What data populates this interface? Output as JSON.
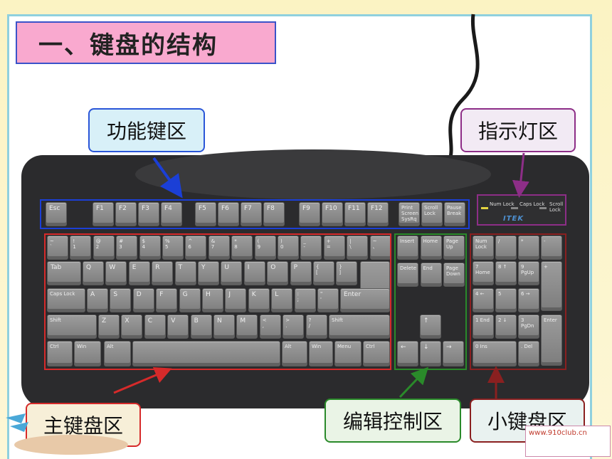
{
  "title": "一、键盘的结构",
  "labels": {
    "function": "功能键区",
    "indicator": "指示灯区",
    "main": "主键盘区",
    "edit": "编辑控制区",
    "numpad": "小键盘区"
  },
  "indicator_lights": [
    "Num Lock",
    "Caps Lock",
    "Scroll Lock"
  ],
  "brand": "ITEK",
  "watermark": "www.910club.cn",
  "colors": {
    "function_zone": "#1b3fd6",
    "indicator_zone": "#8d2e87",
    "main_zone": "#d62a2a",
    "edit_zone": "#2a8a2a",
    "numpad_zone": "#8a2020",
    "title_bg": "#f9a9cf"
  },
  "keys": {
    "function_row": [
      "Esc",
      "F1",
      "F2",
      "F3",
      "F4",
      "F5",
      "F6",
      "F7",
      "F8",
      "F9",
      "F10",
      "F11",
      "F12",
      "Print Screen SysRq",
      "Scroll Lock",
      "Pause Break"
    ],
    "number_row": [
      [
        "~",
        "`"
      ],
      [
        "!",
        "1"
      ],
      [
        "@",
        "2"
      ],
      [
        "#",
        "3"
      ],
      [
        "$",
        "4"
      ],
      [
        "%",
        "5"
      ],
      [
        "^",
        "6"
      ],
      [
        "&",
        "7"
      ],
      [
        "*",
        "8"
      ],
      [
        "(",
        "9"
      ],
      [
        ")",
        "0"
      ],
      [
        "_",
        "-"
      ],
      [
        "+",
        "="
      ],
      [
        "|",
        "\\"
      ],
      [
        "~",
        "、"
      ]
    ],
    "tab_row": [
      "Tab",
      "Q",
      "W",
      "E",
      "R",
      "T",
      "Y",
      "U",
      "I",
      "O",
      "P",
      [
        "{",
        "["
      ],
      [
        "}",
        "]"
      ]
    ],
    "caps_row": [
      "Caps Lock",
      "A",
      "S",
      "D",
      "F",
      "G",
      "H",
      "J",
      "K",
      "L",
      [
        ":",
        ";"
      ],
      [
        "\"",
        "'"
      ],
      "Enter"
    ],
    "shift_row": [
      "Shift",
      "Z",
      "X",
      "C",
      "V",
      "B",
      "N",
      "M",
      [
        "<",
        ","
      ],
      [
        ">",
        "."
      ],
      [
        "?",
        "/"
      ],
      "Shift"
    ],
    "bottom_row": [
      "Ctrl",
      "Win",
      "Alt",
      "",
      "Alt",
      "Win",
      "Menu",
      "Ctrl"
    ],
    "edit_top": [
      "Insert",
      "Home",
      "Page Up",
      "Delete",
      "End",
      "Page Down"
    ],
    "arrows": [
      "↑",
      "←",
      "↓",
      "→"
    ],
    "numpad": [
      "Num Lock",
      "/",
      "*",
      "-",
      "7 Home",
      "8 ↑",
      "9 PgUp",
      "+",
      "4 ←",
      "5",
      "6 →",
      "1 End",
      "2 ↓",
      "3 PgDn",
      "Enter",
      "0 Ins",
      ". Del"
    ]
  }
}
